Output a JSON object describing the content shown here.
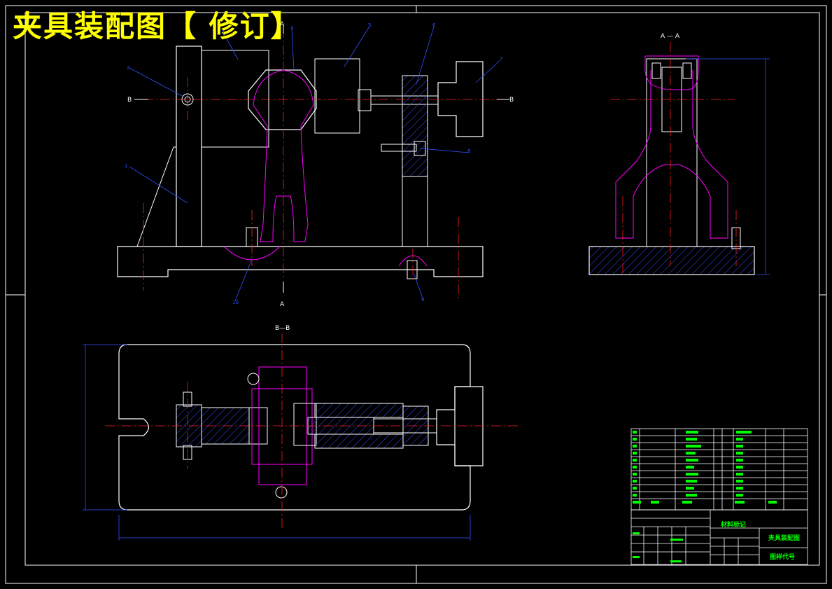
{
  "title": {
    "main": "夹具装配图",
    "bracket_open": "【",
    "revision": "修订",
    "bracket_close": "】"
  },
  "views": {
    "front_section_top": "A",
    "front_section_bottom": "A",
    "front_b_left": "B",
    "front_b_right": "B",
    "side_view": "A — A",
    "plan_view": "B—B"
  },
  "balloons": [
    "2",
    "3",
    "4",
    "5",
    "6",
    "7",
    "8",
    "9",
    "10",
    "1"
  ],
  "title_block": {
    "material_mark": "材料标记",
    "drawing_name": "夹具装配图",
    "drawing_code": "图样代号"
  },
  "colors": {
    "outline": "#ffffff",
    "centerline": "#ff2020",
    "hatch": "#3050ff",
    "part": "#ff00ff",
    "dimension": "#3050ff",
    "bom_text": "#00ff00",
    "title": "#ffff00"
  }
}
